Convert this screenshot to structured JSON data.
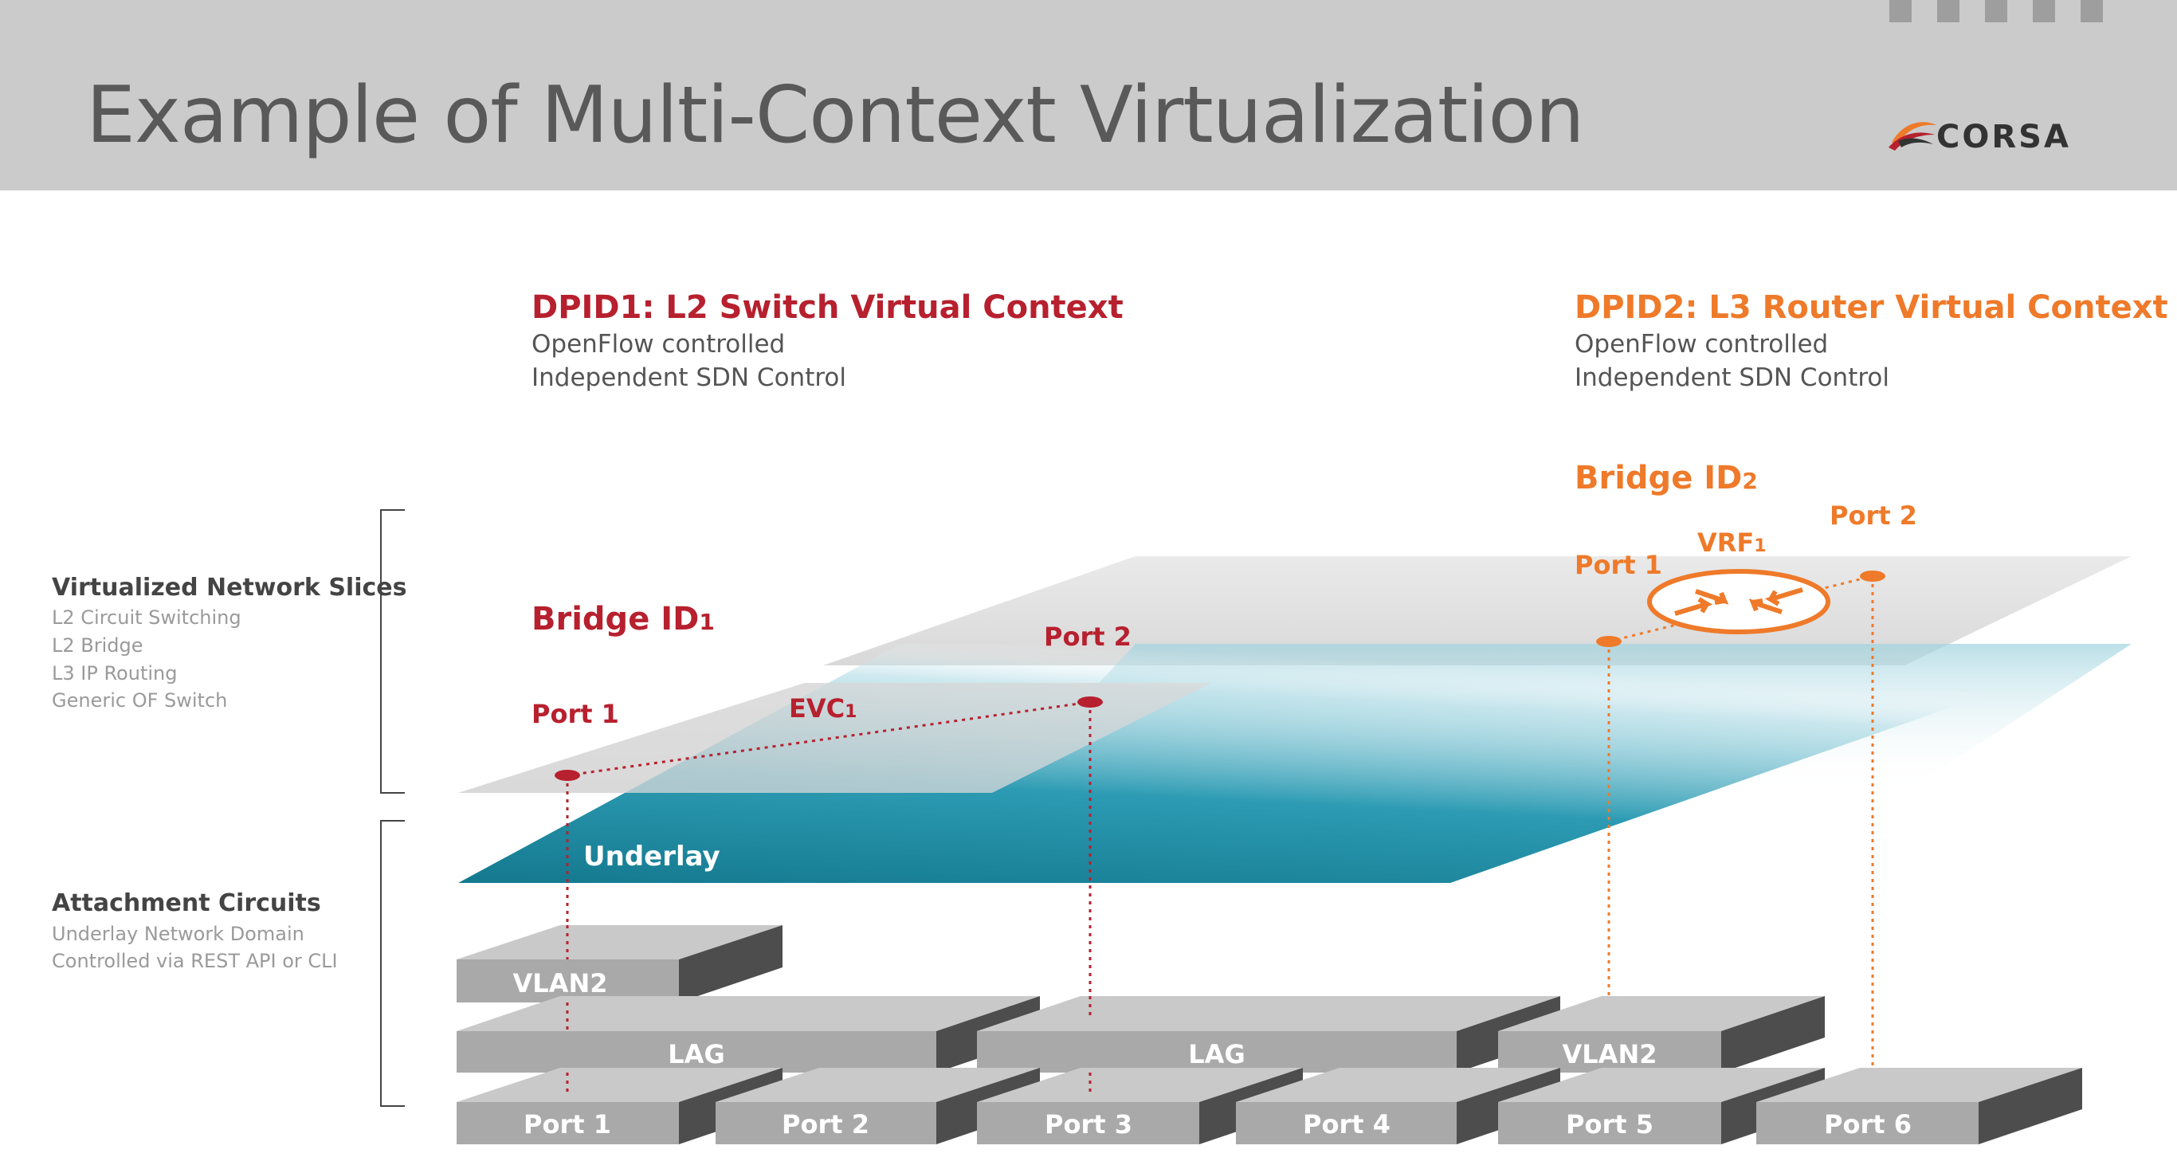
{
  "header": {
    "title": "Example of Multi-Context Virtualization",
    "logo_text": "CORSA"
  },
  "contexts": [
    {
      "title": "DPID1: L2 Switch Virtual Context",
      "line1": "OpenFlow controlled",
      "line2": "Independent SDN Control",
      "color": "#b7202e"
    },
    {
      "title": "DPID2: L3 Router Virtual Context",
      "line1": "OpenFlow controlled",
      "line2": "Independent SDN Control",
      "color": "#ee7a2a"
    }
  ],
  "left_panel": {
    "slices": {
      "heading": "Virtualized Network Slices",
      "items": [
        "L2 Circuit Switching",
        "L2 Bridge",
        "L3 IP Routing",
        "Generic OF Switch"
      ]
    },
    "attachment": {
      "heading": "Attachment Circuits",
      "items": [
        "Underlay Network Domain",
        "Controlled via REST API or CLI"
      ]
    }
  },
  "diagram": {
    "bridge1": {
      "label": "Bridge ID",
      "sub": "1",
      "port1": "Port 1",
      "port2": "Port 2",
      "evc": "EVC",
      "evc_sub": "1"
    },
    "bridge2": {
      "label": "Bridge ID",
      "sub": "2",
      "port1": "Port 1",
      "port2": "Port 2",
      "vrf": "VRF",
      "vrf_sub": "1"
    },
    "underlay": "Underlay",
    "vlan_left": "VLAN2",
    "lag1": "LAG",
    "lag2": "LAG",
    "vlan_right": "VLAN2",
    "ports": [
      "Port 1",
      "Port 2",
      "Port 3",
      "Port 4",
      "Port 5",
      "Port 6"
    ]
  },
  "colors": {
    "red": "#b7202e",
    "orange": "#ee7a2a",
    "teal": "#1d8ea6",
    "gray_block": "#a9a9a9"
  }
}
